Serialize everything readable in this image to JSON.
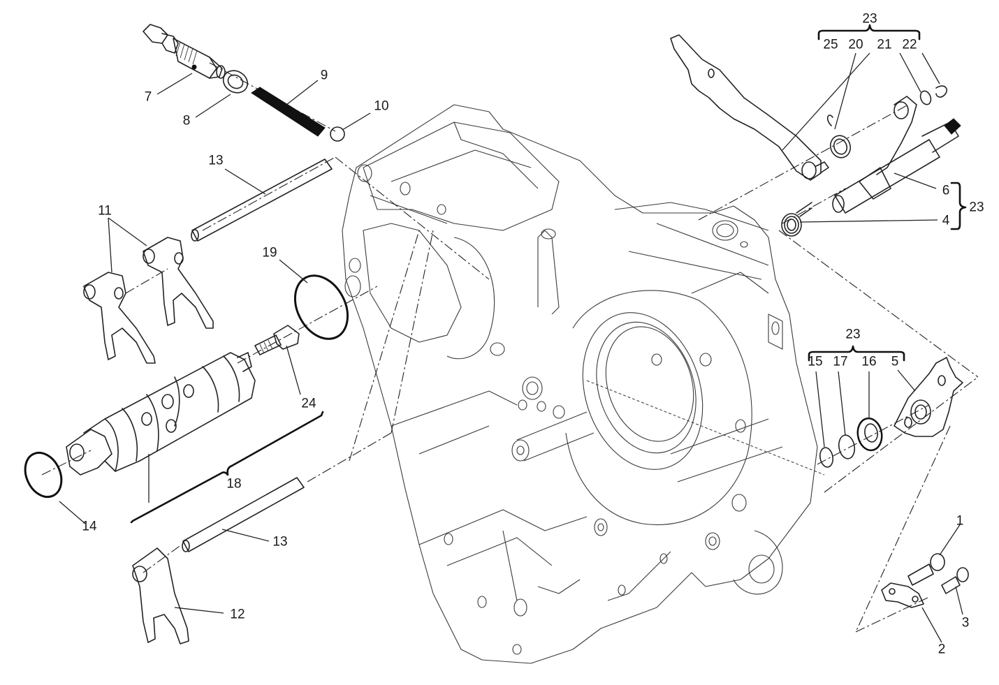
{
  "diagram": {
    "title": "Gearchange mechanism exploded view",
    "colors": {
      "line": "#222222",
      "background": "#ffffff"
    },
    "callouts": [
      {
        "id": "c1",
        "text": "1",
        "part": "screw"
      },
      {
        "id": "c2",
        "text": "2",
        "part": "plate"
      },
      {
        "id": "c3",
        "text": "3",
        "part": "screw"
      },
      {
        "id": "c4",
        "text": "4",
        "part": "torsion-spring"
      },
      {
        "id": "c5",
        "text": "5",
        "part": "bracket"
      },
      {
        "id": "c6",
        "text": "6",
        "part": "gearchange-shaft"
      },
      {
        "id": "c7",
        "text": "7",
        "part": "selector-pin"
      },
      {
        "id": "c8",
        "text": "8",
        "part": "washer"
      },
      {
        "id": "c9",
        "text": "9",
        "part": "spring"
      },
      {
        "id": "c10",
        "text": "10",
        "part": "ball"
      },
      {
        "id": "c11",
        "text": "11",
        "part": "selector-forks"
      },
      {
        "id": "c12",
        "text": "12",
        "part": "selector-fork"
      },
      {
        "id": "c13a",
        "text": "13",
        "part": "fork-rod-upper"
      },
      {
        "id": "c13b",
        "text": "13",
        "part": "fork-rod-lower"
      },
      {
        "id": "c14",
        "text": "14",
        "part": "o-ring"
      },
      {
        "id": "c15",
        "text": "15",
        "part": "circlip"
      },
      {
        "id": "c16",
        "text": "16",
        "part": "seal"
      },
      {
        "id": "c17",
        "text": "17",
        "part": "washer"
      },
      {
        "id": "c18",
        "text": "18",
        "part": "selector-drum-assembly"
      },
      {
        "id": "c19",
        "text": "19",
        "part": "o-ring"
      },
      {
        "id": "c20",
        "text": "20",
        "part": "spring"
      },
      {
        "id": "c21",
        "text": "21",
        "part": "washer"
      },
      {
        "id": "c22",
        "text": "22",
        "part": "circlip"
      },
      {
        "id": "c23a",
        "text": "23",
        "part": "group-top"
      },
      {
        "id": "c23b",
        "text": "23",
        "part": "group-right"
      },
      {
        "id": "c23c",
        "text": "23",
        "part": "group-middle"
      },
      {
        "id": "c24",
        "text": "24",
        "part": "drum-screw"
      },
      {
        "id": "c25",
        "text": "25",
        "part": "ratchet-lever"
      }
    ]
  }
}
